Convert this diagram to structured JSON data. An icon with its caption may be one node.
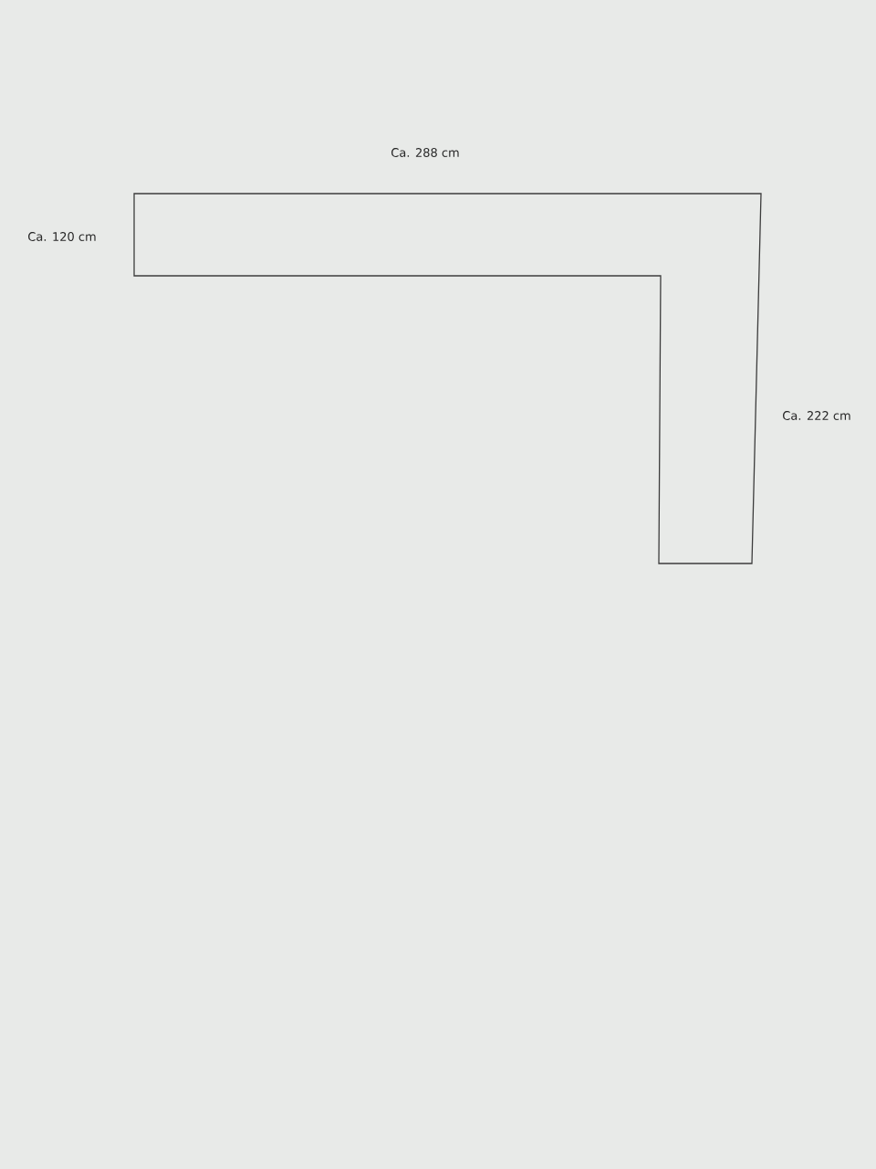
{
  "diagram": {
    "labels": [
      "Ca. 288 cm",
      "Ca. 120 cm",
      "Ca. 222 cm"
    ]
  }
}
